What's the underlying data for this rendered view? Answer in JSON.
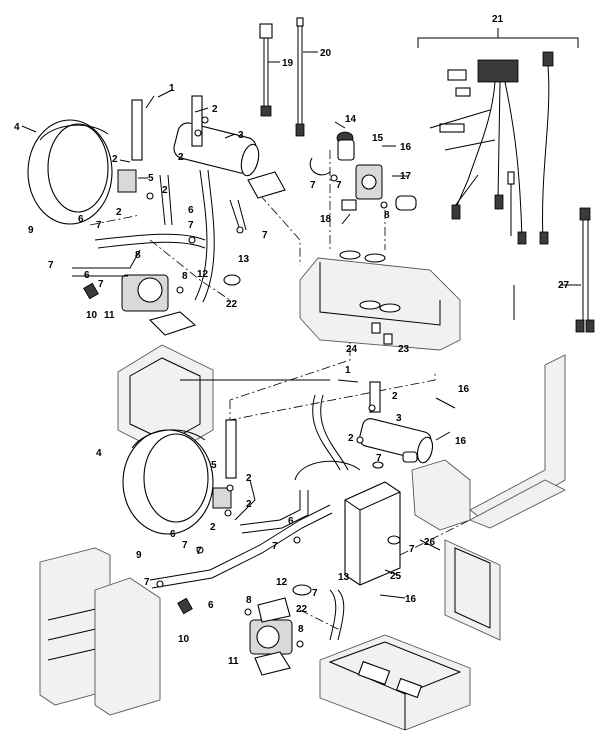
{
  "callouts": {
    "n1": "1",
    "n2": "2",
    "n3": "3",
    "n4": "4",
    "n5": "5",
    "n6": "6",
    "n7": "7",
    "n8": "8",
    "n9": "9",
    "n10": "10",
    "n11": "11",
    "n12": "12",
    "n13": "13",
    "n14": "14",
    "n15": "15",
    "n16": "16",
    "n17": "17",
    "n18": "18",
    "n19": "19",
    "n20": "20",
    "n21": "21",
    "n22": "22",
    "n23": "23",
    "n24": "24",
    "n25": "25",
    "n26": "26",
    "n27": "27"
  }
}
